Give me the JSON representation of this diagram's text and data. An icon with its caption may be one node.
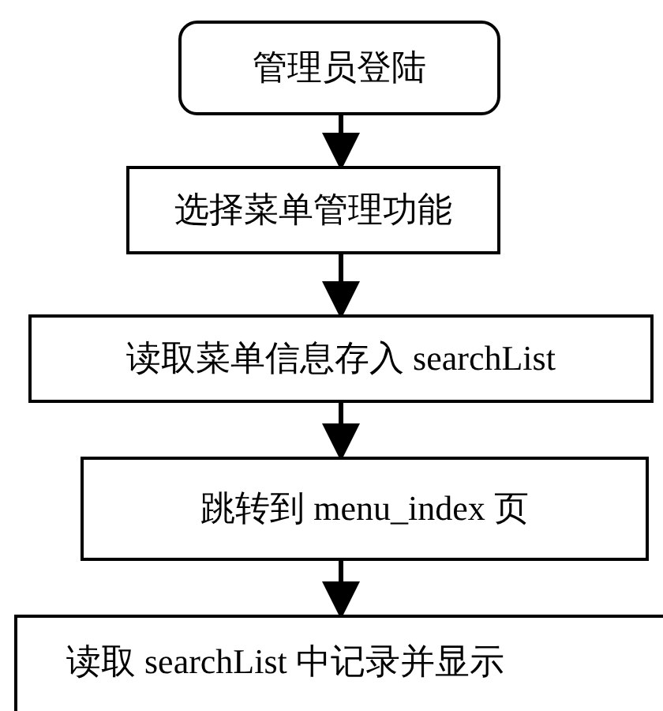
{
  "diagram": {
    "nodes": [
      {
        "text": [
          "管理员登陆"
        ]
      },
      {
        "text": [
          "选择菜单管理功能"
        ]
      },
      {
        "text": [
          "读取菜单信息存入 searchList"
        ]
      },
      {
        "text": [
          "跳转到 menu_index 页"
        ]
      },
      {
        "text": [
          "读取 searchList 中记录并显示"
        ]
      }
    ],
    "edges": [
      {
        "from": 0,
        "to": 1,
        "arrow": "to"
      },
      {
        "from": 1,
        "to": 2,
        "arrow": "to"
      },
      {
        "from": 2,
        "to": 3,
        "arrow": "to"
      },
      {
        "from": 3,
        "to": 4,
        "arrow": "to"
      }
    ]
  }
}
